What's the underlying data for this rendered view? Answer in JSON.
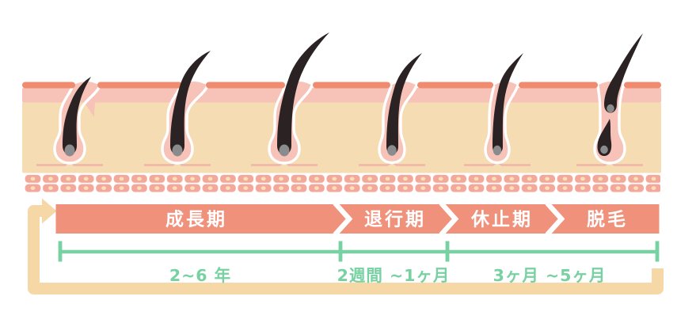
{
  "illustration": {
    "name": "skin-hair-follicle-cross-section",
    "follicles": [
      {
        "stage": "anagen-early"
      },
      {
        "stage": "anagen-growing"
      },
      {
        "stage": "anagen-mature"
      },
      {
        "stage": "catagen-early"
      },
      {
        "stage": "catagen-late"
      },
      {
        "stage": "telogen-shedding-with-new-growth"
      }
    ]
  },
  "phase_bar": {
    "segments": [
      {
        "label": "成長期"
      },
      {
        "label": "退行期"
      },
      {
        "label": "休止期"
      },
      {
        "label": "脱毛"
      }
    ]
  },
  "durations": {
    "labels": [
      {
        "text": "2~6 年"
      },
      {
        "text": "2週間 ~1ヶ月"
      },
      {
        "text": "3ヶ月 ~5ヶ月"
      }
    ]
  },
  "colors": {
    "phase_bar_salmon": "#F0917C",
    "skin_surface_salmon": "#EF8C70",
    "epidermis_pink": "#F7C2B8",
    "dermis_cream": "#F5DCB3",
    "fat_cell_pink": "#F3A89B",
    "fat_cell_dot_cream": "#F8E0B8",
    "hair_dark": "#2B2224",
    "papilla_gray": "#8A8B8D",
    "bracket_green": "#77D1A2",
    "cycle_arrow_beige": "#F6D7A6",
    "chevron_white": "#FFFFFF"
  }
}
